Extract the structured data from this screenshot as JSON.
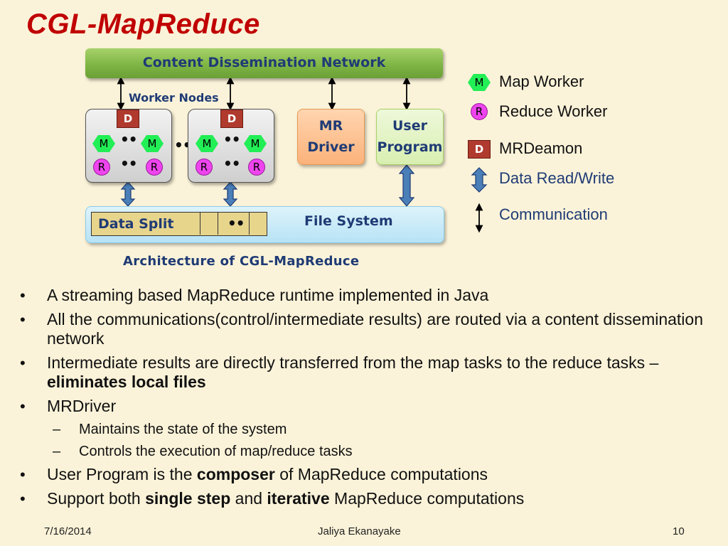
{
  "slide": {
    "title": "CGL-MapReduce",
    "footer": {
      "date": "7/16/2014",
      "author": "Jaliya Ekanayake",
      "page": "10"
    }
  },
  "diagram": {
    "cdn_label": "Content Dissemination Network",
    "worker_nodes_label": "Worker Nodes",
    "node": {
      "daemon": "D",
      "map": "M",
      "reduce": "R",
      "dots": "••"
    },
    "between_nodes_dots": "••",
    "mr_driver": [
      "MR",
      "Driver"
    ],
    "user_program": [
      "User",
      "Program"
    ],
    "file_system_label": "File System",
    "data_split_label": "Data Split",
    "data_split_dots": "••",
    "caption": "Architecture of CGL-MapReduce"
  },
  "legend": {
    "map_symbol": "M",
    "map_label": "Map Worker",
    "reduce_symbol": "R",
    "reduce_label": "Reduce Worker",
    "daemon_symbol": "D",
    "daemon_label": "MRDeamon",
    "data_rw_label": "Data Read/Write",
    "comm_label": "Communication"
  },
  "bullets": {
    "b1": "A streaming based MapReduce runtime implemented in Java",
    "b2": "All the communications(control/intermediate results) are routed via a content dissemination network",
    "b3_pre": "Intermediate results are directly transferred from the map tasks to the reduce tasks – ",
    "b3_bold": "eliminates local files",
    "b4": "MRDriver",
    "b4_sub1": "Maintains the state of the system",
    "b4_sub2": "Controls the execution of map/reduce tasks",
    "b5_pre": "User Program is the ",
    "b5_bold": "composer",
    "b5_post": " of MapReduce computations",
    "b6_pre": "Support both ",
    "b6_bold1": "single step",
    "b6_mid": " and ",
    "b6_bold2": "iterative",
    "b6_post": " MapReduce computations"
  },
  "colors": {
    "title": "#c00000",
    "accent_text": "#1f3b75",
    "background": "#fbf3d9",
    "cdn_green": "#7cb342",
    "daemon_red": "#b03a2e",
    "map_green": "#22ee55",
    "reduce_magenta": "#ee44ee",
    "rw_arrow_blue": "#4a7fb8"
  }
}
